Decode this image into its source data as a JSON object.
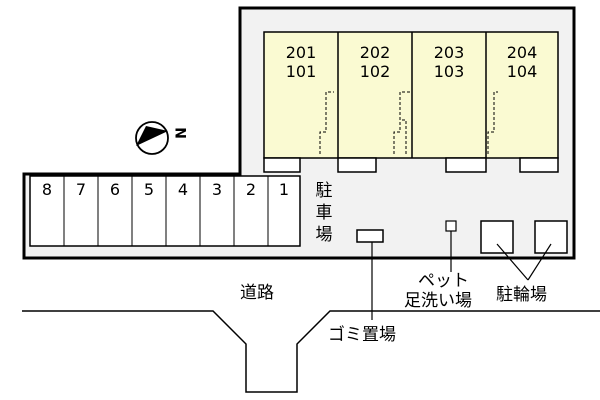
{
  "units": [
    {
      "upper": "201",
      "lower": "101"
    },
    {
      "upper": "202",
      "lower": "102"
    },
    {
      "upper": "203",
      "lower": "103"
    },
    {
      "upper": "204",
      "lower": "104"
    }
  ],
  "parking_spaces": [
    "8",
    "7",
    "6",
    "5",
    "4",
    "3",
    "2",
    "1"
  ],
  "labels": {
    "parking": [
      "駐",
      "車",
      "場"
    ],
    "road": "道路",
    "garbage": "ゴミ置場",
    "pet_wash": [
      "ペット",
      "足洗い場"
    ],
    "bicycle": "駐輪場"
  },
  "compass_letter": "N",
  "colors": {
    "building_fill": "#fafad2",
    "site_fill": "#f2f2f2",
    "outline": "#000000"
  }
}
